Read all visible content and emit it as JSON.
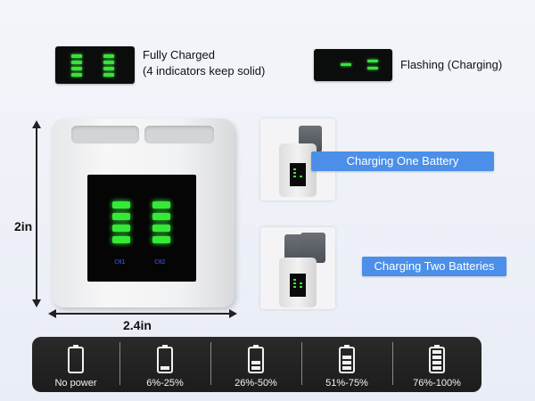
{
  "legend": {
    "full": {
      "line1": "Fully Charged",
      "line2": "(4 indicators keep solid)"
    },
    "flashing": {
      "text": "Flashing (Charging)"
    }
  },
  "charger": {
    "ch1": "CH1",
    "ch2": "CH2"
  },
  "dimensions": {
    "height": "2in",
    "width": "2.4in"
  },
  "labels": {
    "one_battery": "Charging One Battery",
    "two_batteries": "Charging Two Batteries"
  },
  "levels": [
    {
      "label": "No power",
      "bars": 0
    },
    {
      "label": "6%-25%",
      "bars": 1
    },
    {
      "label": "26%-50%",
      "bars": 2
    },
    {
      "label": "51%-75%",
      "bars": 3
    },
    {
      "label": "76%-100%",
      "bars": 4
    }
  ],
  "colors": {
    "led_green": "#39e23c",
    "label_blue": "#4b8fe8",
    "strip_bg": "#222222"
  }
}
